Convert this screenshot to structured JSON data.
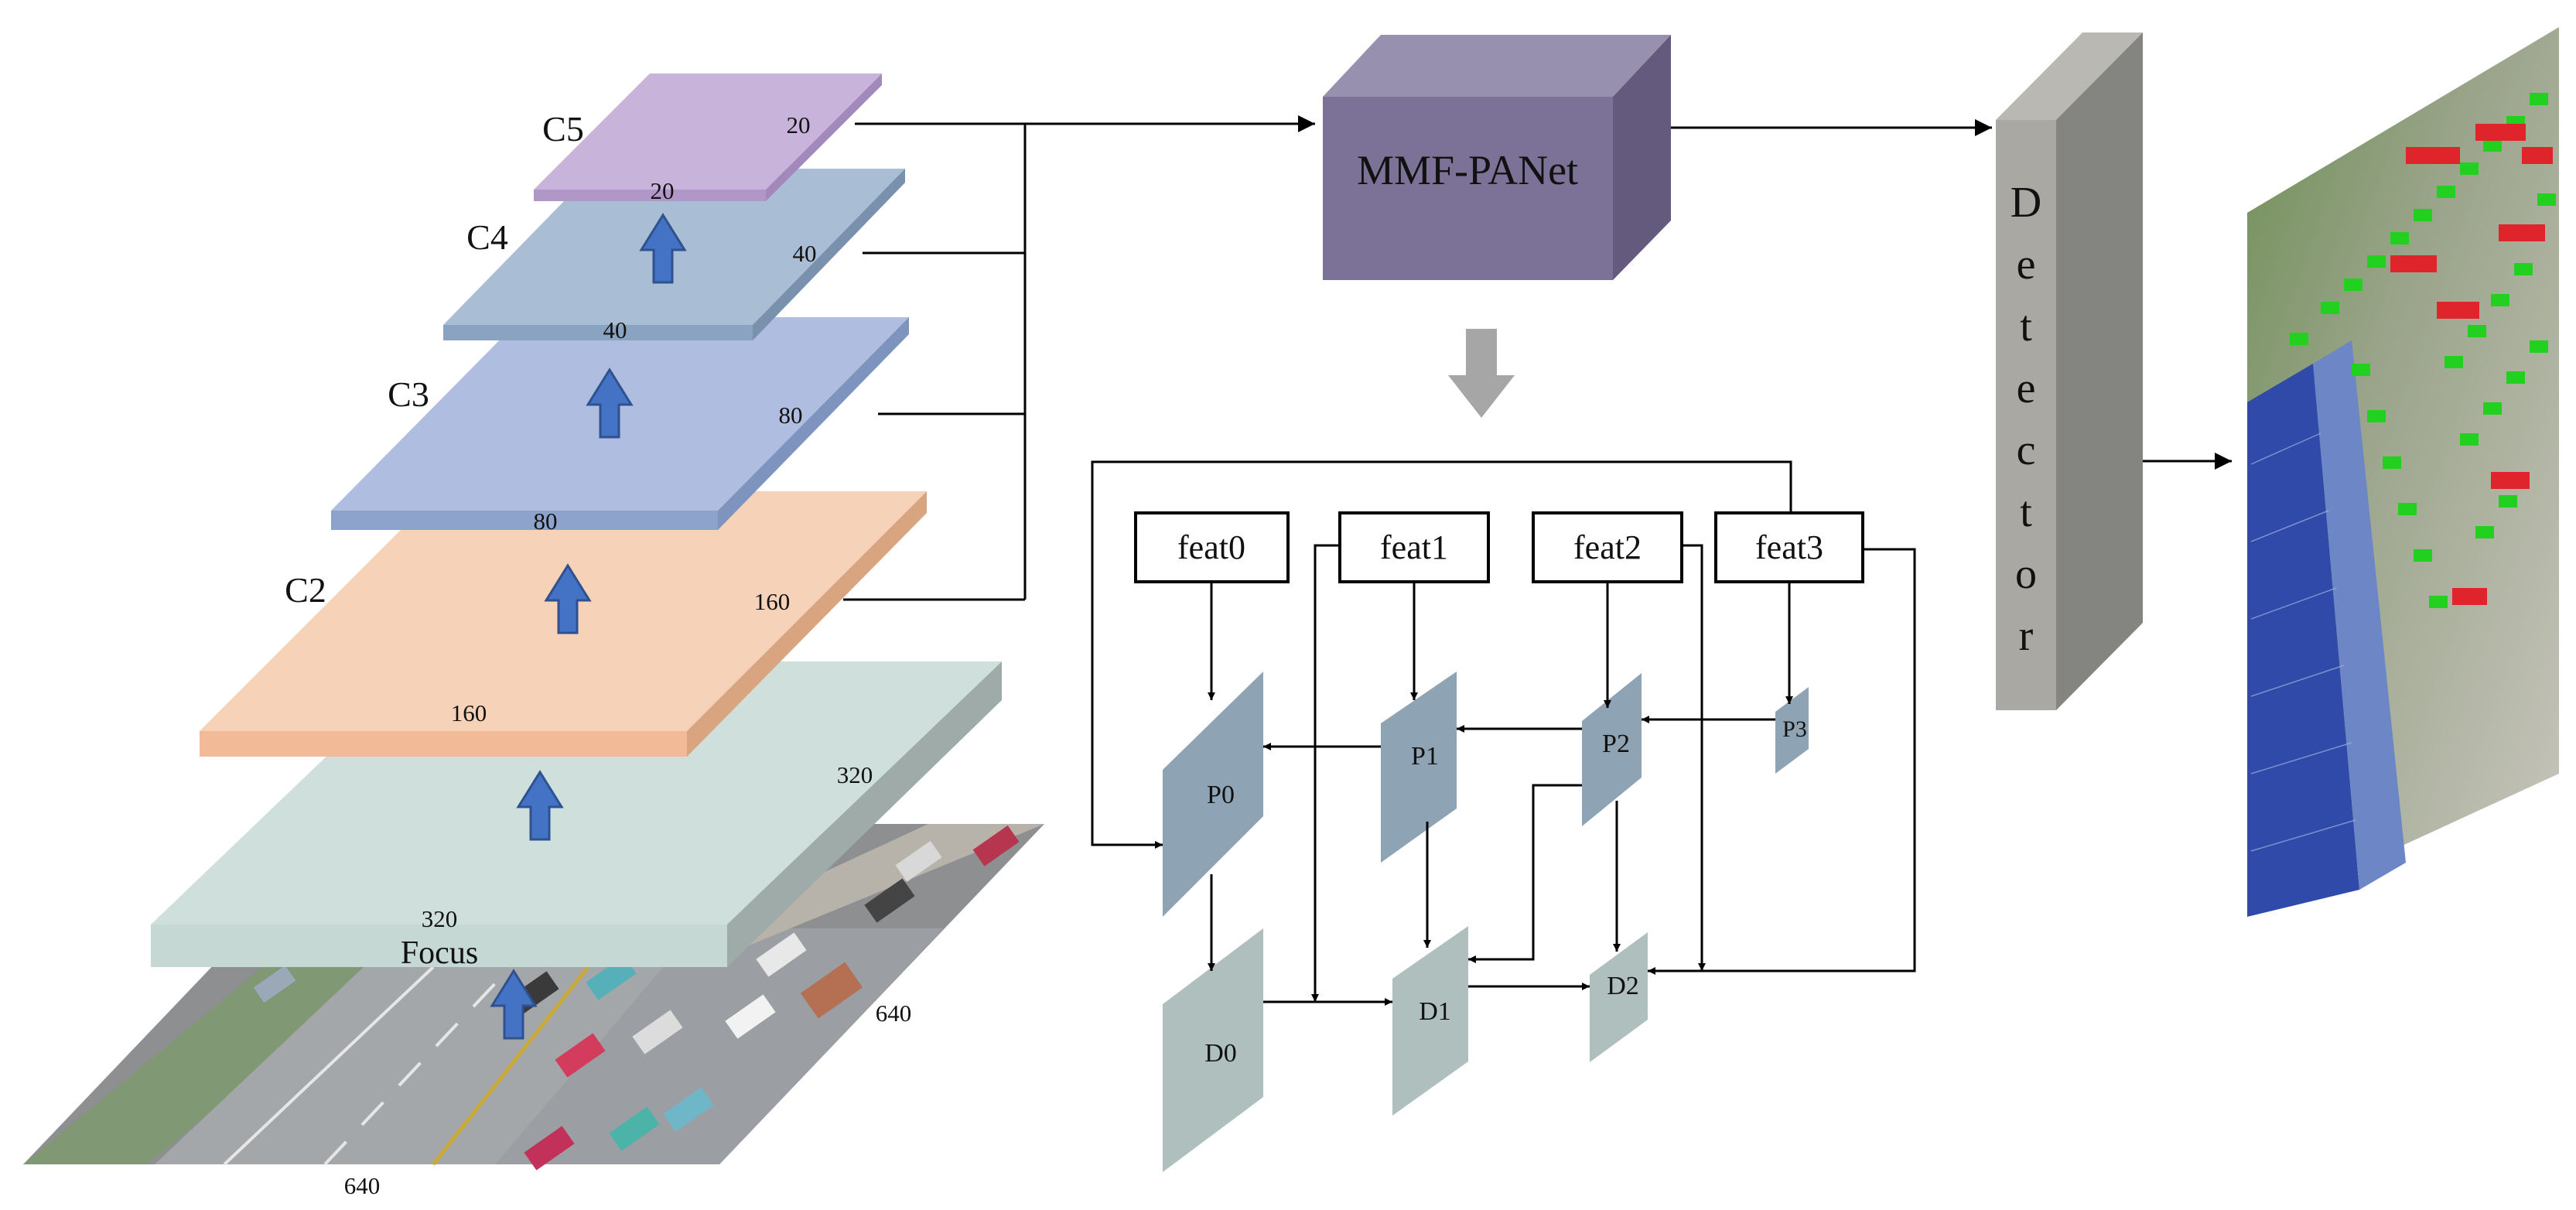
{
  "backbone": {
    "input": {
      "label_width": "640",
      "label_height": "640"
    },
    "focus": {
      "name": "Focus",
      "label_front": "320",
      "label_side": "320"
    },
    "stages": [
      {
        "name": "C2",
        "label_front": "160",
        "label_side": "160"
      },
      {
        "name": "C3",
        "label_front": "80",
        "label_side": "80"
      },
      {
        "name": "C4",
        "label_front": "40",
        "label_side": "40"
      },
      {
        "name": "C5",
        "label_front": "20",
        "label_side": "20"
      }
    ]
  },
  "neck": {
    "name": "MMF-PANet"
  },
  "head": {
    "letters": [
      "D",
      "e",
      "t",
      "e",
      "c",
      "t",
      "o",
      "r"
    ]
  },
  "detail": {
    "feats": [
      "feat0",
      "feat1",
      "feat2",
      "feat3"
    ],
    "p_nodes": [
      "P0",
      "P1",
      "P2",
      "P3"
    ],
    "d_nodes": [
      "D0",
      "D1",
      "D2"
    ]
  },
  "colors": {
    "focus_layer": "#cfe0dc",
    "c2_layer": "#f6d2b8",
    "c3_layer": "#aebde0",
    "c4_layer": "#a9bed4",
    "c5_layer": "#c8b3da",
    "up_arrow": "#4472c4",
    "neck_block": "#7c7297",
    "detector_block": "#a9a8a3",
    "p_nodes": "#8ea3b3",
    "d_nodes": "#aebfbe"
  }
}
